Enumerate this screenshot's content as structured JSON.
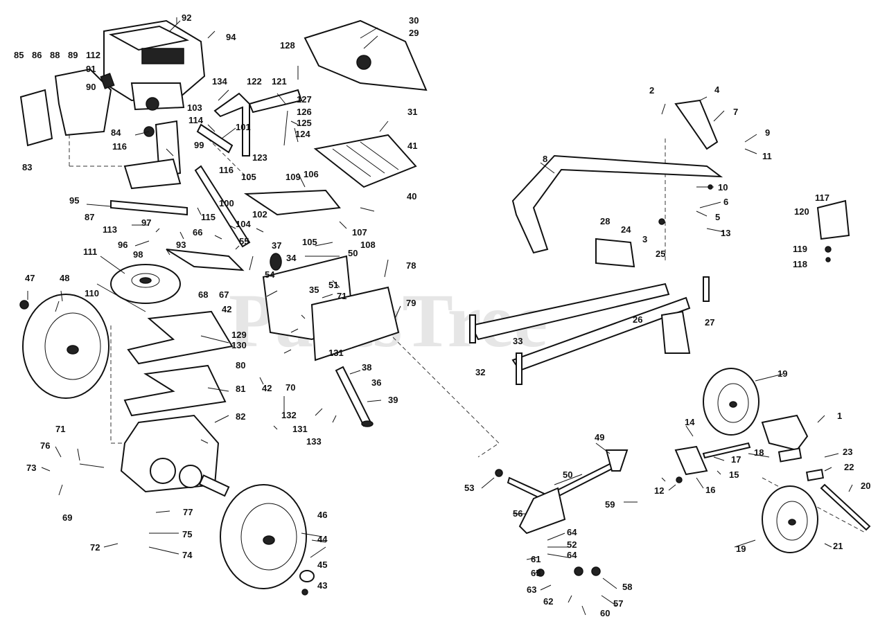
{
  "watermark": "PartsTree",
  "callouts": [
    "1",
    "2",
    "3",
    "4",
    "5",
    "6",
    "7",
    "8",
    "9",
    "10",
    "11",
    "12",
    "13",
    "14",
    "15",
    "16",
    "17",
    "18",
    "19",
    "19",
    "20",
    "21",
    "22",
    "23",
    "24",
    "25",
    "26",
    "27",
    "28",
    "29",
    "30",
    "31",
    "32",
    "33",
    "34",
    "35",
    "36",
    "37",
    "38",
    "39",
    "40",
    "41",
    "42",
    "42",
    "43",
    "44",
    "45",
    "46",
    "47",
    "48",
    "49",
    "50",
    "50",
    "51",
    "52",
    "53",
    "54",
    "55",
    "56",
    "57",
    "58",
    "59",
    "60",
    "61",
    "62",
    "63",
    "64",
    "64",
    "65",
    "66",
    "67",
    "68",
    "69",
    "70",
    "71",
    "71",
    "72",
    "73",
    "74",
    "75",
    "76",
    "77",
    "78",
    "79",
    "80",
    "81",
    "82",
    "83",
    "84",
    "85",
    "86",
    "87",
    "88",
    "89",
    "90",
    "91",
    "92",
    "93",
    "94",
    "95",
    "96",
    "97",
    "98",
    "99",
    "100",
    "101",
    "102",
    "103",
    "104",
    "105",
    "105",
    "106",
    "107",
    "108",
    "109",
    "110",
    "111",
    "112",
    "113",
    "114",
    "115",
    "116",
    "116",
    "117",
    "118",
    "119",
    "120",
    "121",
    "122",
    "123",
    "124",
    "125",
    "126",
    "127",
    "128",
    "129",
    "130",
    "131",
    "131",
    "132",
    "133",
    "134"
  ]
}
